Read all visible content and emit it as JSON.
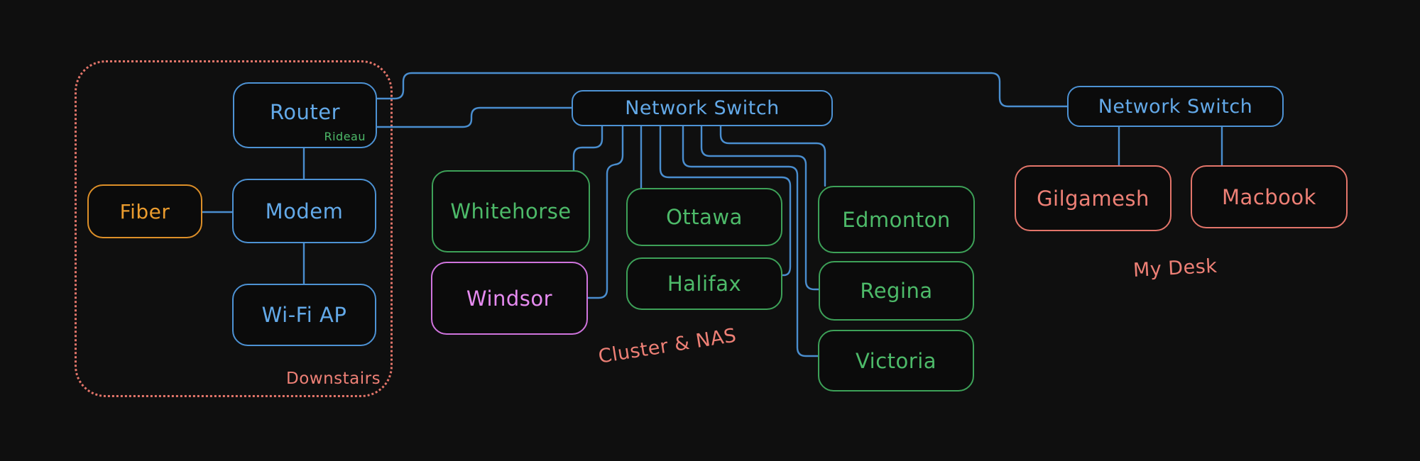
{
  "diagram": {
    "title_hint": "home network diagram",
    "nodes": {
      "router": {
        "label": "Router",
        "sublabel": "Rideau"
      },
      "fiber": {
        "label": "Fiber"
      },
      "modem": {
        "label": "Modem"
      },
      "wifi_ap": {
        "label": "Wi-Fi AP"
      },
      "switch_main": {
        "label": "Network Switch"
      },
      "switch_desk": {
        "label": "Network Switch"
      },
      "whitehorse": {
        "label": "Whitehorse"
      },
      "windsor": {
        "label": "Windsor"
      },
      "ottawa": {
        "label": "Ottawa"
      },
      "halifax": {
        "label": "Halifax"
      },
      "edmonton": {
        "label": "Edmonton"
      },
      "regina": {
        "label": "Regina"
      },
      "victoria": {
        "label": "Victoria"
      },
      "gilgamesh": {
        "label": "Gilgamesh"
      },
      "macbook": {
        "label": "Macbook"
      }
    },
    "labels": {
      "downstairs": "Downstairs",
      "cluster_nas": "Cluster & NAS",
      "my_desk": "My Desk"
    },
    "edges": [
      {
        "from": "fiber",
        "to": "modem"
      },
      {
        "from": "router",
        "to": "modem"
      },
      {
        "from": "modem",
        "to": "wifi_ap"
      },
      {
        "from": "router",
        "to": "switch_main"
      },
      {
        "from": "router",
        "to": "switch_desk"
      },
      {
        "from": "switch_main",
        "to": "whitehorse"
      },
      {
        "from": "switch_main",
        "to": "windsor"
      },
      {
        "from": "switch_main",
        "to": "ottawa"
      },
      {
        "from": "switch_main",
        "to": "halifax"
      },
      {
        "from": "switch_main",
        "to": "victoria"
      },
      {
        "from": "switch_main",
        "to": "regina"
      },
      {
        "from": "switch_main",
        "to": "edmonton"
      },
      {
        "from": "switch_desk",
        "to": "gilgamesh"
      },
      {
        "from": "switch_desk",
        "to": "macbook"
      }
    ],
    "palette": {
      "bg": "#0f0f0f",
      "blue": "#4d92d4",
      "blue_text": "#63a9e8",
      "line_blue": "#4a8ecf",
      "green": "#3da158",
      "green_text": "#4dba69",
      "orange": "#dd8f28",
      "orange_text": "#eb9c2e",
      "purple": "#cf74dd",
      "purple_text": "#e68bf0",
      "salmon": "#e3756a",
      "salmon_text": "#ee8076"
    }
  }
}
